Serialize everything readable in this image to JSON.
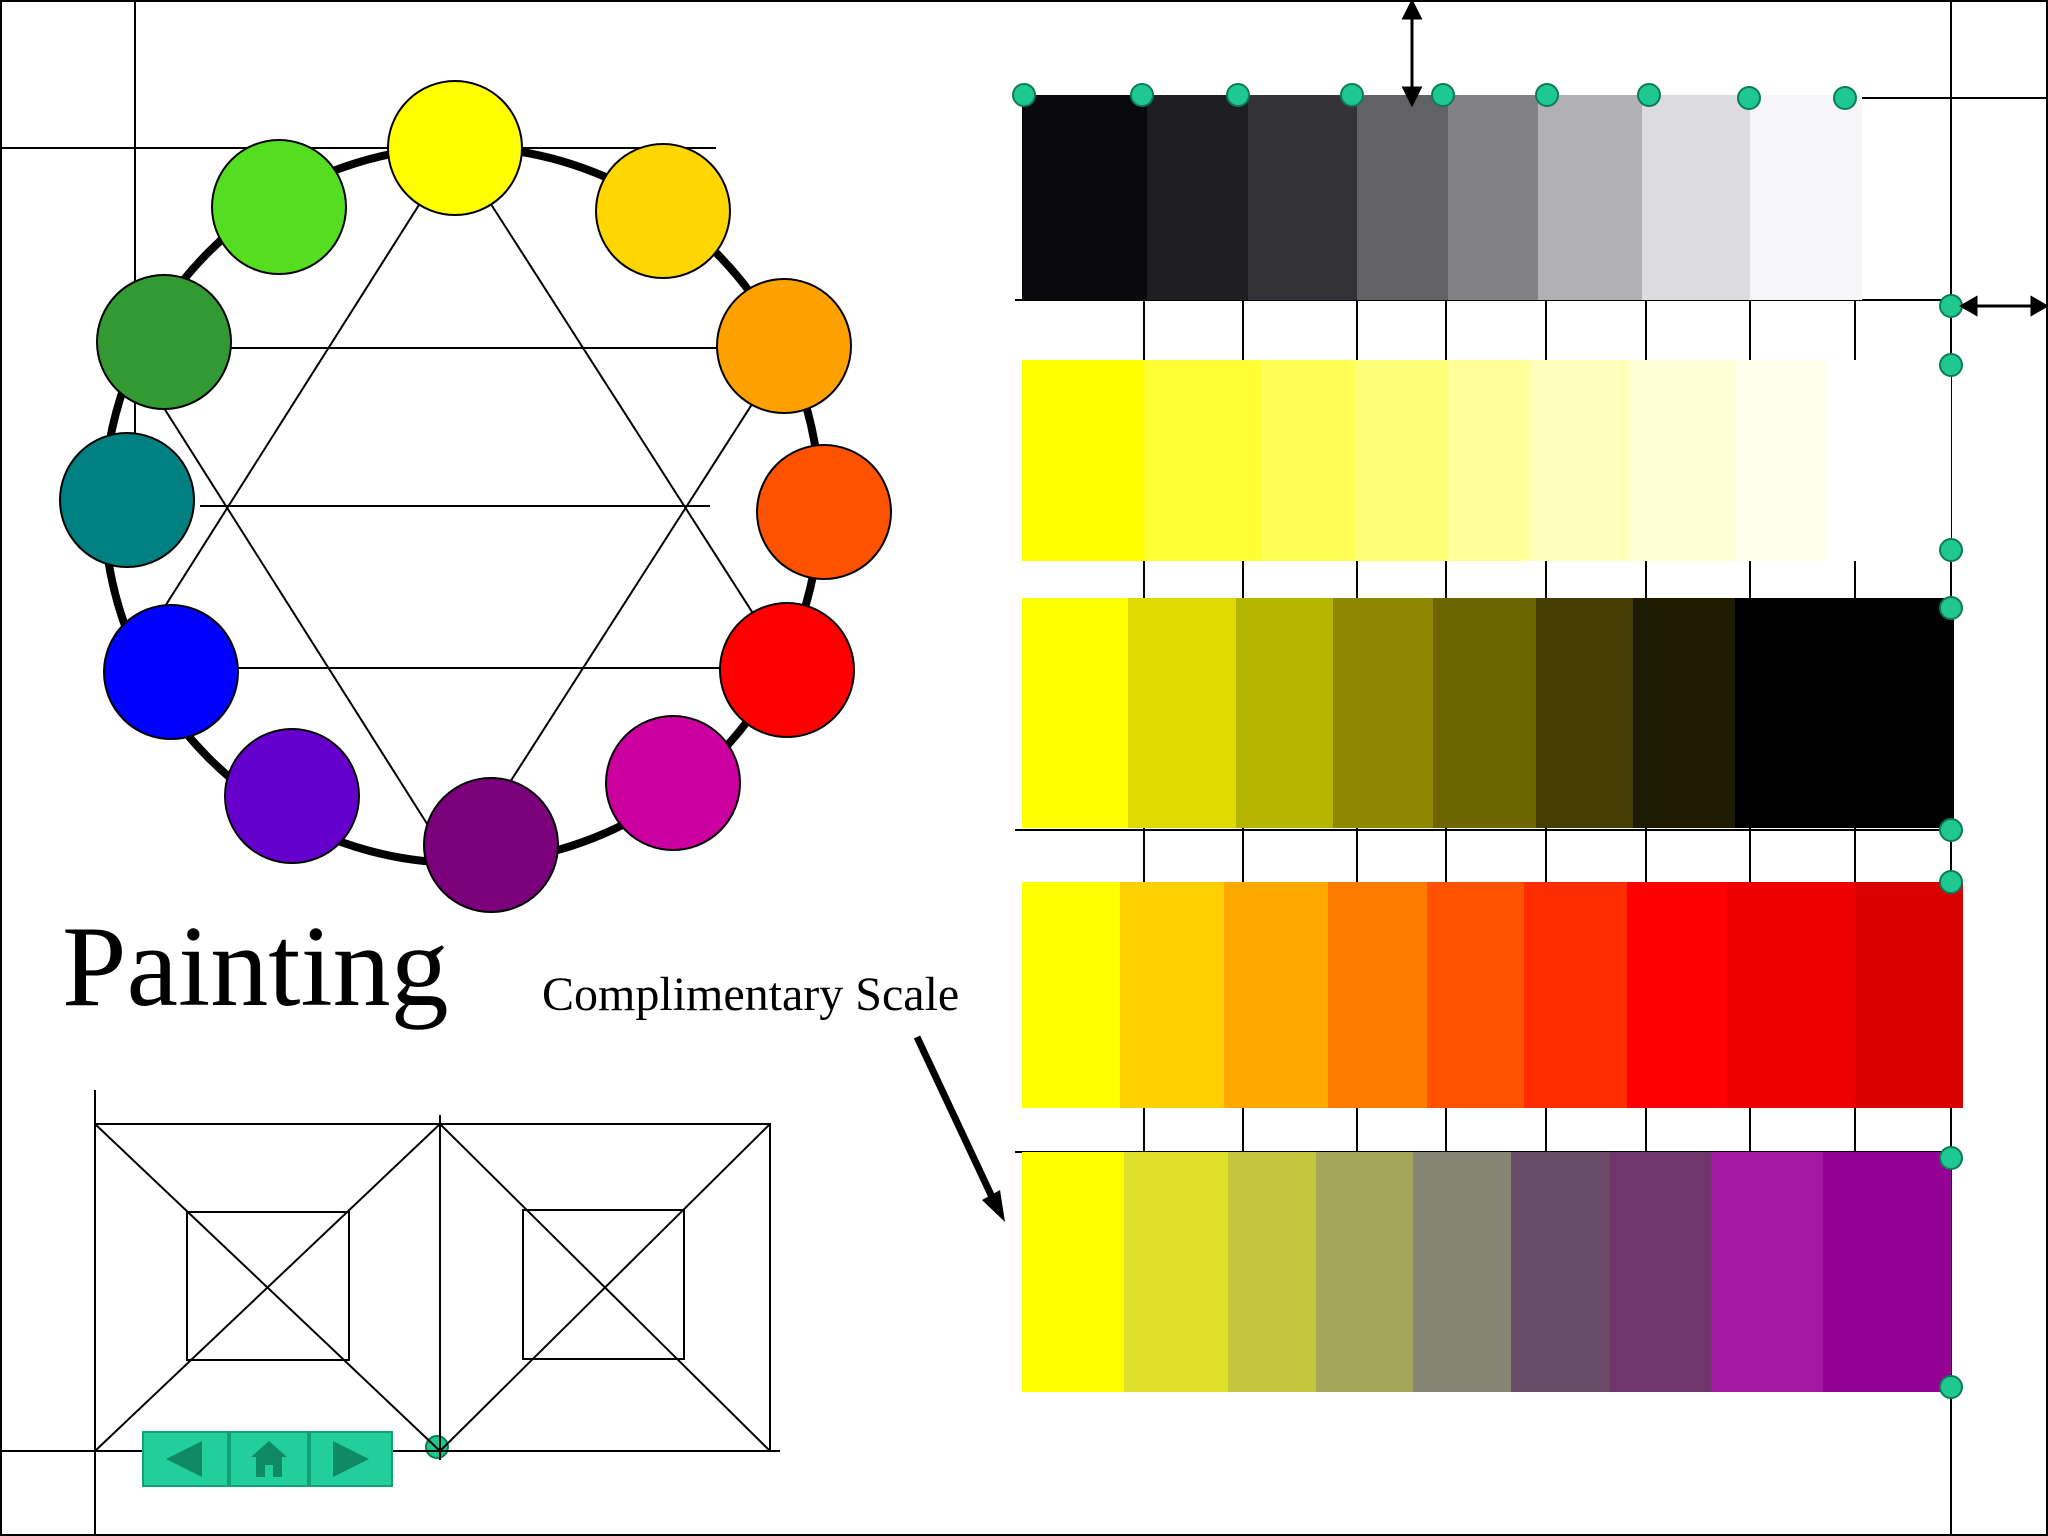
{
  "title": "Painting",
  "scale_label": "Complimentary Scale",
  "colors": {
    "wheel_ring": "#000000",
    "nav_button": "#22cf9a",
    "handle": "#1fc890"
  },
  "color_wheel": [
    {
      "name": "yellow",
      "color": "#ffff00"
    },
    {
      "name": "yellow-orange",
      "color": "#ffd600"
    },
    {
      "name": "orange",
      "color": "#ffa200"
    },
    {
      "name": "red-orange",
      "color": "#ff5200"
    },
    {
      "name": "red",
      "color": "#ff0000"
    },
    {
      "name": "red-violet",
      "color": "#cc009e"
    },
    {
      "name": "violet",
      "color": "#7b007b"
    },
    {
      "name": "blue-violet",
      "color": "#6600cc"
    },
    {
      "name": "blue",
      "color": "#0000ff"
    },
    {
      "name": "blue-green",
      "color": "#008080"
    },
    {
      "name": "green",
      "color": "#339933"
    },
    {
      "name": "yellow-green",
      "color": "#55dd22"
    }
  ],
  "scales": [
    {
      "name": "value-scale-gray",
      "colors": [
        "#0a0a0c",
        "#1f1f22",
        "#333236",
        "#626164",
        "#828184",
        "#b1b0b2",
        "#dcdbdd",
        "#f6f5f8"
      ]
    },
    {
      "name": "tint-scale-yellow",
      "colors": [
        "#ffff00",
        "#ffff33",
        "#ffff55",
        "#ffff77",
        "#ffff99",
        "#ffffbb",
        "#ffffd6",
        "#ffffec",
        "#ffffff"
      ]
    },
    {
      "name": "shade-scale-yellow",
      "colors": [
        "#ffff00",
        "#e0d900",
        "#b5b500",
        "#8e8800",
        "#6e6400",
        "#443f00",
        "#1e1c00",
        "#000000",
        "#050005"
      ]
    },
    {
      "name": "analogous-scale-yellow-red",
      "colors": [
        "#ffff00",
        "#ffd000",
        "#ffa800",
        "#ff7c00",
        "#ff5200",
        "#ff2c00",
        "#ff0000",
        "#ef0000",
        "#d90000"
      ]
    },
    {
      "name": "complimentary-scale-yellow-violet",
      "colors": [
        "#ffff00",
        "#e0e02a",
        "#c6c63d",
        "#a6a65a",
        "#868677",
        "#694a67",
        "#71356e",
        "#a21aa2",
        "#950095"
      ]
    }
  ],
  "nav": {
    "prev_icon": "◀",
    "home_icon": "⌂",
    "next_icon": "▶"
  }
}
